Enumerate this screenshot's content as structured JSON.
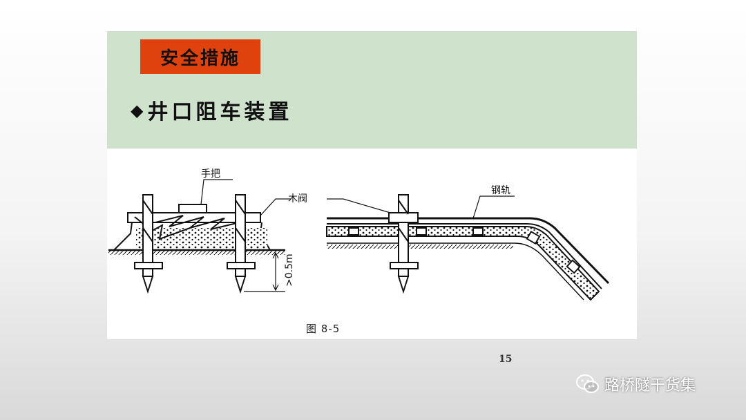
{
  "slide": {
    "section_tag": "安全措施",
    "title": "井口阻车装置",
    "bullet": "◆",
    "page_number": "15"
  },
  "figure": {
    "labels": {
      "handle": "手把",
      "wood_block": "木阀",
      "rail": "钢轨",
      "depth": ">0.5m"
    },
    "caption": "图 8-5"
  },
  "watermark": {
    "text": "路桥隧干货集",
    "icon": "wechat-icon"
  },
  "colors": {
    "header_bg": "#cfe3cc",
    "tag_bg": "#e0420e"
  }
}
